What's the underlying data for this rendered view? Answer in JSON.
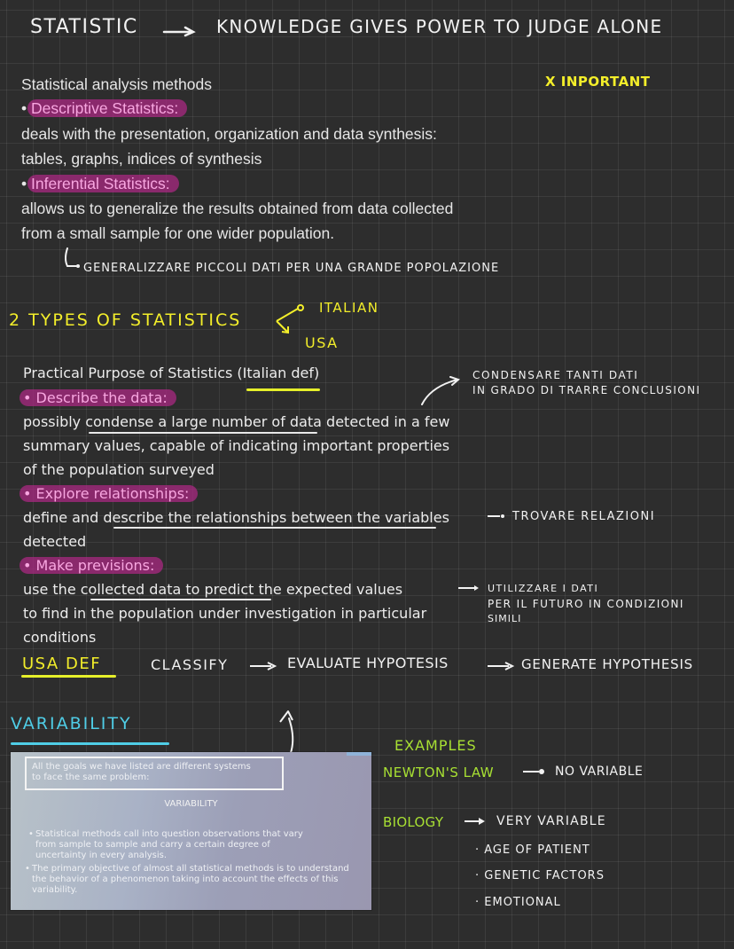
{
  "header": {
    "title_left": "STATISTIC",
    "title_right": "KNOWLEDGE  GIVES  POWER  TO JUDGE ALONE"
  },
  "annotations": {
    "important": "X INPORTANT",
    "generalize_note": "GENERALIZZARE PICCOLI DATI PER UNA GRANDE POPOLAZIONE",
    "types_title": "2 TYPES  OF  STATISTICS",
    "types_branches": [
      "ITALIAN",
      "USA"
    ],
    "condense_note": [
      "CONDENSARE TANTI DATI",
      "IN GRADO DI TRARRE CONCLUSIONI"
    ],
    "relations_note": "TROVARE RELAZIONI",
    "future_note": [
      "UTILIZZARE  I DATI",
      "PER IL FUTURO IN CONDIZIONI",
      "SIMILI"
    ]
  },
  "methods": {
    "heading": "Statistical analysis methods",
    "descriptive": {
      "label": "Descriptive Statistics:",
      "lines": [
        "deals with the presentation, organization and data synthesis:",
        "tables, graphs, indices of synthesis"
      ]
    },
    "inferential": {
      "label": "Inferential Statistics:",
      "lines": [
        "allows us to generalize the results obtained from data collected",
        "from a small sample for one wider population."
      ]
    }
  },
  "purpose": {
    "heading_pre": "Practical Purpose of Statistics (",
    "heading_ul": "Italian def",
    "heading_post": ")",
    "describe": {
      "label": "Describe the data:",
      "line1_pre": "possibly ",
      "line1_ul": "condense a large number of data",
      "line1_post": " detected in a few",
      "line2": "summary values, capable of indicating important properties",
      "line3": "of the population surveyed"
    },
    "explore": {
      "label": "Explore relationships:",
      "line1_pre": "define and d",
      "line1_ul": "escribe the relationships between the variables",
      "line2": "detected"
    },
    "previsions": {
      "label": "Make previsions:",
      "line1_pre": "use the c",
      "line1_ul": "ollected data to predict",
      "line1_post": " the expected values",
      "line2": "to find in the population under investigation in particular",
      "line3": "conditions"
    }
  },
  "usa_def": {
    "label": "USA DEF",
    "steps": [
      "CLASSIFY",
      "EVALUATE HYPOTESIS",
      "GENERATE HYPOTHESIS"
    ]
  },
  "variability": {
    "title": "VARIABILITY",
    "slide": {
      "boxed_text": [
        "All the goals we have listed are different systems",
        "to face the same problem:"
      ],
      "title": "VARIABILITY",
      "bullets": [
        "Statistical methods call into question observations that vary from sample to sample and carry a certain degree of uncertainty in every analysis.",
        "The primary objective of almost all statistical methods is to understand the behavior of a phenomenon taking into account the effects of this variability."
      ]
    }
  },
  "examples": {
    "title": "EXAMPLES",
    "newton": {
      "label": "NEWTON'S LAW",
      "result": "NO VARIABLE"
    },
    "biology": {
      "label": "BIOLOGY",
      "result": "VERY VARIABLE",
      "factors": [
        "AGE  OF  PATIENT",
        "GENETIC  FACTORS",
        "EMOTIONAL"
      ]
    }
  },
  "colors": {
    "background": "#2d2d2d",
    "highlight_magenta": "#aa2882",
    "highlight_text": "#f8a6e0",
    "yellow": "#f3ee2a",
    "green": "#a8e033",
    "cyan": "#4fcde6"
  }
}
